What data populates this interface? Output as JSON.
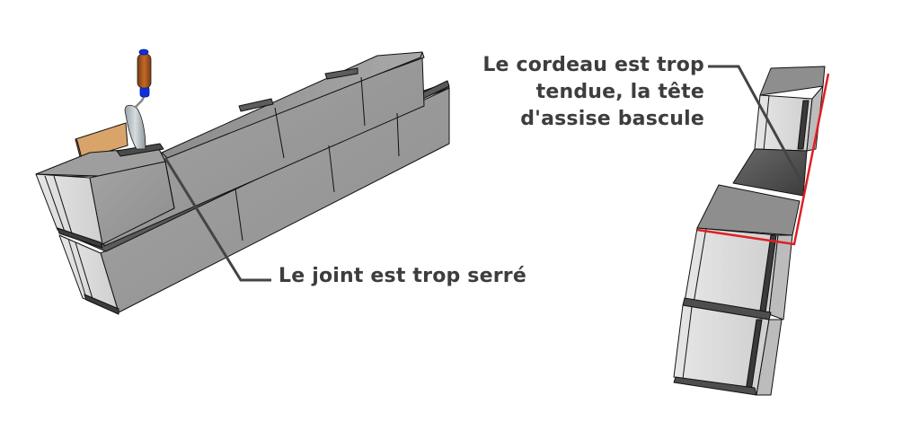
{
  "figure": {
    "subject": "cinder block wall laying errors",
    "colors": {
      "block_face": "#9c9c9c",
      "block_top": "#8a8a8a",
      "block_light_face": "#dcdcdc",
      "mortar_joint": "#5a5a5a",
      "outline": "#111111",
      "callout_line": "#444444",
      "callout_text": "#3d3d3d",
      "string_line": "#e01f26",
      "trowel_handle": "#a0521d",
      "trowel_ferrule": "#1030e0",
      "trowel_blade": "#b4bcc0",
      "board": "#d9a46a"
    }
  },
  "callouts": {
    "joint": {
      "text": "Le joint est trop serré"
    },
    "cordeau": {
      "line1": "Le cordeau est trop",
      "line2": "tendue, la tête",
      "line3": "d'assise bascule"
    }
  }
}
